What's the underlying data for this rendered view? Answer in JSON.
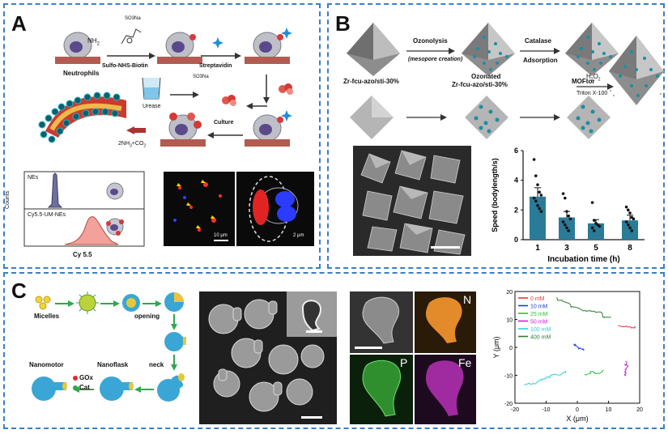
{
  "panels": {
    "a": "A",
    "b": "B",
    "c": "C"
  },
  "panel_a": {
    "neutrophils": "Neutrophils",
    "nh2": "NH",
    "nh2_sub": "2",
    "reagent1": "Sulfo-NHS-Biotin",
    "reagent2": "Streptavidin",
    "urease": "Urease",
    "culture": "Culture",
    "products": "2NH",
    "products_sub": "3",
    "products_tail": "+CO",
    "products_sub2": "2",
    "so3na": "SO3Na",
    "hist_label_top": "NEs",
    "hist_label_bottom": "Cy5.5-UM-NEs",
    "hist_ylabel": "Counts",
    "hist_xlabel": "Cy 5.5",
    "scale1": "10 μm",
    "scale2": "2 μm"
  },
  "panel_b": {
    "step1": "Ozonolysis",
    "step1_note": "(mesopore creation)",
    "step2": "Catalase",
    "step2_note": "Adsorption",
    "step3_top": "H",
    "step3_sub1": "2",
    "step3_mid": "O",
    "step3_sub2": "2",
    "step3_bottom": "Triton X-100",
    "label1": "Zr-fcu-azo/sti-30%",
    "label2_a": "Ozonated",
    "label2_b": "Zr-fcu-azo/sti-30%",
    "label3": "MOFtor"
  },
  "chart_data": {
    "type": "bar",
    "categories": [
      "1",
      "3",
      "5",
      "8"
    ],
    "values": [
      2.9,
      1.5,
      1.1,
      1.3
    ],
    "errors": [
      0.6,
      0.4,
      0.25,
      0.35
    ],
    "points": [
      [
        5.4,
        4.3,
        3.7,
        3.2,
        3.0,
        2.8,
        2.6,
        2.3,
        2.1,
        1.9
      ],
      [
        3.1,
        2.8,
        1.9,
        1.6,
        1.4,
        1.2,
        1.0,
        0.8,
        0.6
      ],
      [
        2.5,
        1.3,
        1.1,
        1.0,
        0.9,
        0.8,
        0.6
      ],
      [
        2.2,
        2.0,
        1.8,
        1.5,
        1.4,
        1.2,
        1.0,
        0.8,
        0.6
      ]
    ],
    "ylabel": "Speed (bodylength/s)",
    "xlabel": "Incubation time (h)",
    "ylim": [
      0,
      6
    ],
    "yticks": [
      "0",
      "2",
      "4",
      "6"
    ],
    "bar_color": "#2a7b97"
  },
  "panel_c": {
    "micelles": "Micelles",
    "opening": "opening",
    "neck": "neck",
    "nanoflask": "Nanoflask",
    "nanomotor": "Nanomotor",
    "gox": "GOx",
    "cat": "Cat",
    "map_n": "N",
    "map_p": "P",
    "map_fe": "Fe",
    "trajectory": {
      "xlabel": "X (μm)",
      "ylabel": "Y (μm)",
      "xticks": [
        "-20",
        "-10",
        "0",
        "10",
        "20"
      ],
      "yticks": [
        "20",
        "10",
        "0",
        "-10",
        "-20"
      ],
      "legend": [
        {
          "label": "0    mM",
          "color": "#e53935"
        },
        {
          "label": "10   mM",
          "color": "#1e3fd0"
        },
        {
          "label": "25   mM",
          "color": "#2fbf3a"
        },
        {
          "label": "50   mM",
          "color": "#d11ad1"
        },
        {
          "label": "100 mM",
          "color": "#2bd0d8"
        },
        {
          "label": "400 mM",
          "color": "#2e7d32"
        }
      ]
    }
  }
}
